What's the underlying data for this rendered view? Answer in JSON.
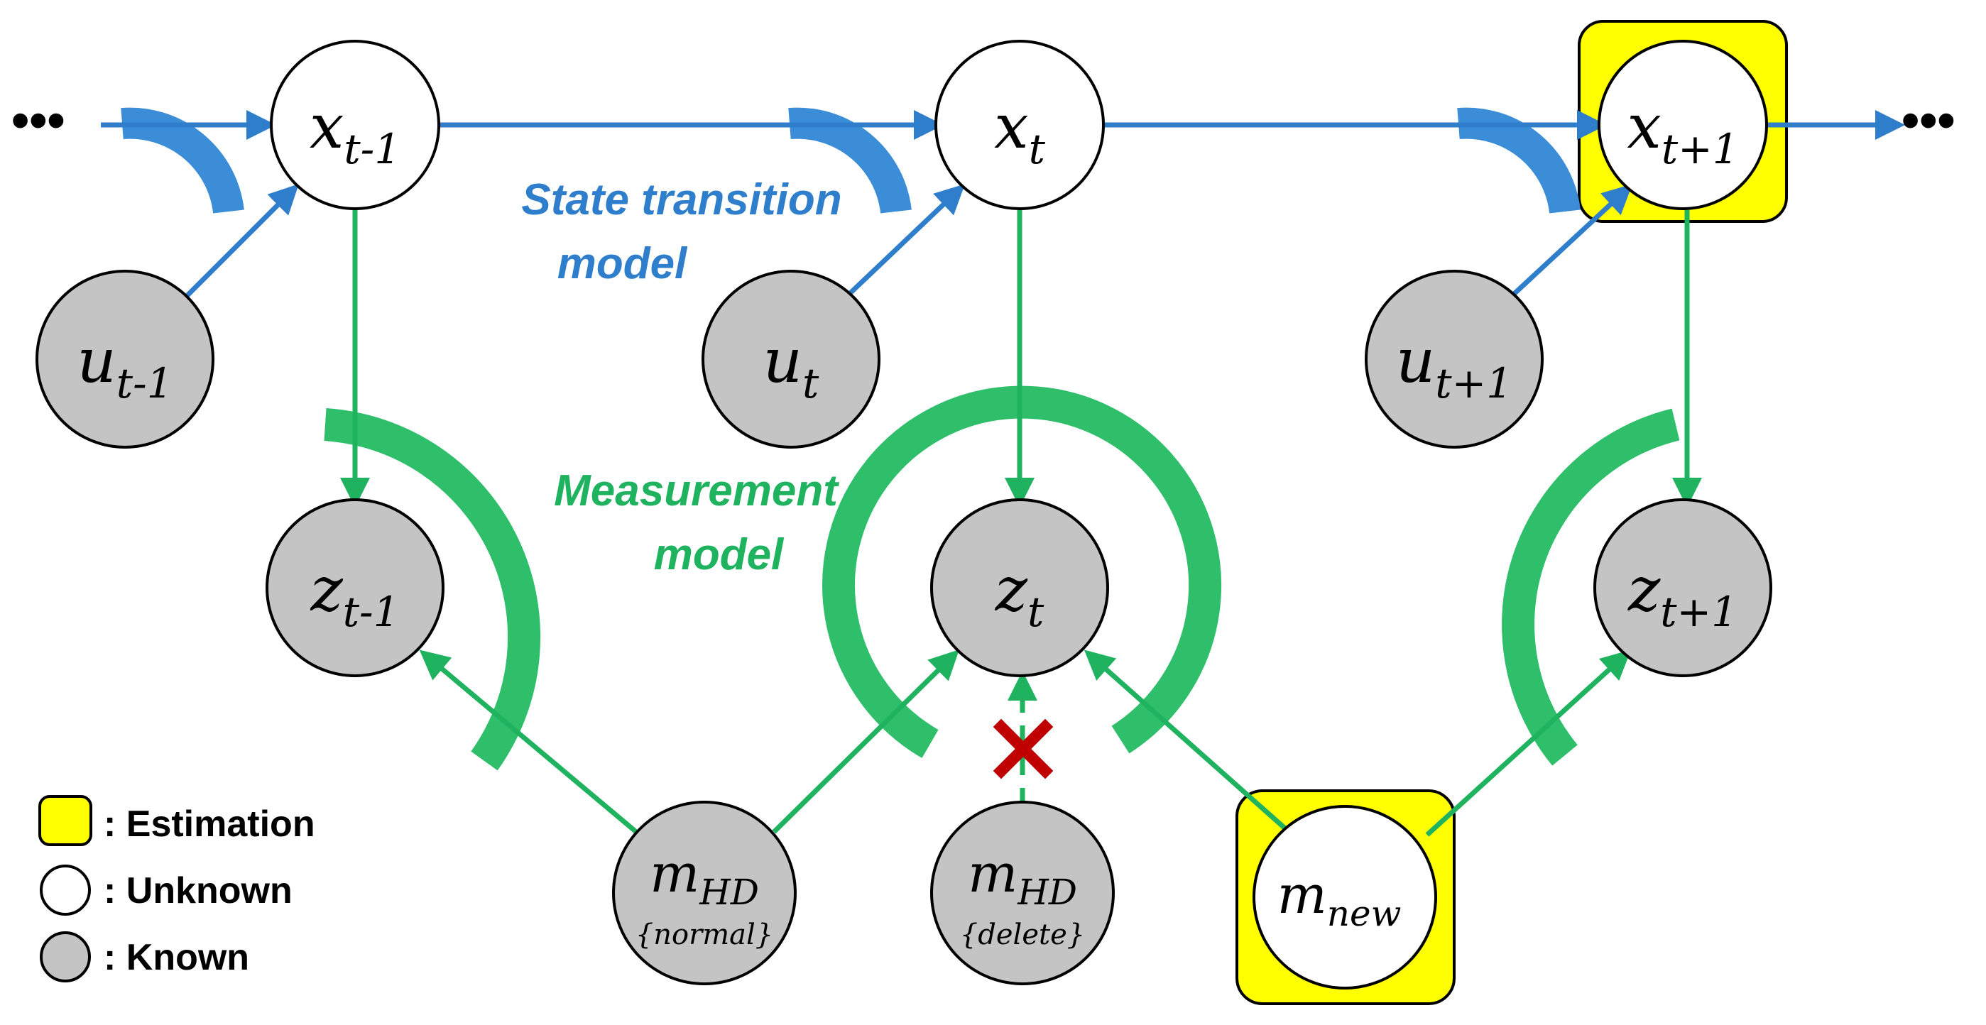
{
  "colors": {
    "blue": "#2e7ecb",
    "blue_arc": "#3a8dd6",
    "green": "#1fb360",
    "green_arc": "#2fbf6b",
    "known_fill": "#c4c4c4",
    "unknown_fill": "#ffffff",
    "estimation_fill": "#ffff00",
    "cross": "#c00000"
  },
  "nodes": {
    "x_prev": {
      "main": "x",
      "sub": "t-1"
    },
    "x_cur": {
      "main": "x",
      "sub": "t"
    },
    "x_next": {
      "main": "x",
      "sub": "t+1"
    },
    "u_prev": {
      "main": "u",
      "sub": "t-1"
    },
    "u_cur": {
      "main": "u",
      "sub": "t"
    },
    "u_next": {
      "main": "u",
      "sub": "t+1"
    },
    "z_prev": {
      "main": "z",
      "sub": "t-1"
    },
    "z_cur": {
      "main": "z",
      "sub": "t"
    },
    "z_next": {
      "main": "z",
      "sub": "t+1"
    },
    "m_hd_normal": {
      "main": "m",
      "sub": "HD",
      "tag": "{normal}"
    },
    "m_hd_delete": {
      "main": "m",
      "sub": "HD",
      "tag": "{delete}"
    },
    "m_new": {
      "main": "m",
      "sub": "new"
    }
  },
  "labels": {
    "state_transition_line1": "State transition",
    "state_transition_line2": "model",
    "measurement_line1": "Measurement",
    "measurement_line2": "model"
  },
  "legend": {
    "estimation": ": Estimation",
    "unknown": ": Unknown",
    "known": ": Known"
  },
  "ellipsis": "•••"
}
